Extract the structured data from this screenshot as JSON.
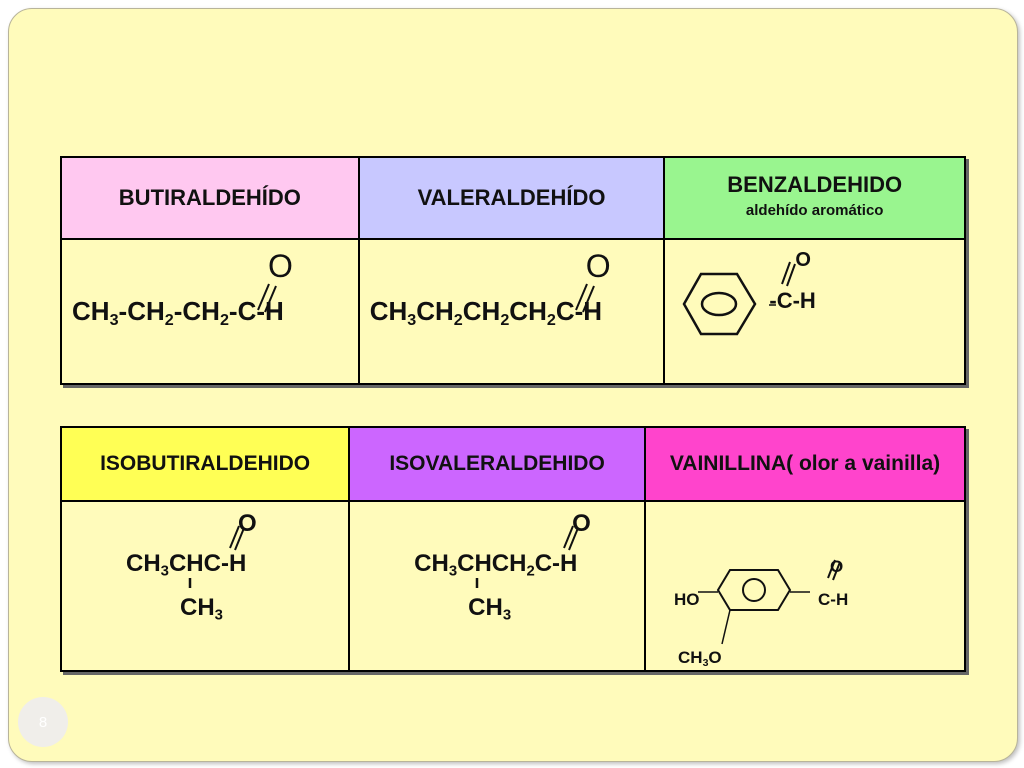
{
  "table1": {
    "headers": [
      {
        "title": "BUTIRALDEHÍDO",
        "color": "#ffc8f0"
      },
      {
        "title": "VALERALDEHÍDO",
        "color": "#c8c8ff"
      },
      {
        "title": "BENZALDEHIDO",
        "subtitle": "aldehído aromático",
        "color": "#99f58f"
      }
    ],
    "formulas": {
      "butiral": {
        "o": "O",
        "p1": "CH",
        "s1": "3",
        "p2": "-CH",
        "s2": "2",
        "p3": "-CH",
        "s3": "2",
        "p4": "-C-H"
      },
      "valeral": {
        "o": "O",
        "p1": "CH",
        "s1": "3",
        "p2": "CH",
        "s2": "2",
        "p3": "CH",
        "s3": "2",
        "p4": "CH",
        "s4": "2",
        "p5": "C-H"
      },
      "benzal": {
        "o": "O",
        "ch": "-C-H"
      }
    }
  },
  "table2": {
    "headers": [
      {
        "title": "ISOBUTIRALDEHIDO",
        "color": "#ffff55"
      },
      {
        "title": "ISOVALERALDEHIDO",
        "color": "#cc66ff"
      },
      {
        "title": "VAINILLINA( olor a vainilla)",
        "color": "#ff44cc"
      }
    ],
    "formulas": {
      "isobut": {
        "o": "O",
        "p1": "CH",
        "s1": "3",
        "p2": "CHC-H",
        "b1": "CH",
        "bs": "3"
      },
      "isoval": {
        "o": "O",
        "p1": "CH",
        "s1": "3",
        "p2": "CHCH",
        "s2": "2",
        "p3": "C-H",
        "b1": "CH",
        "bs": "3"
      },
      "vain": {
        "o": "O",
        "ch": "C-H",
        "ho": "HO",
        "ch3o_a": "CH",
        "ch3o_s": "3",
        "ch3o_b": "O"
      }
    }
  },
  "page_number": "8"
}
